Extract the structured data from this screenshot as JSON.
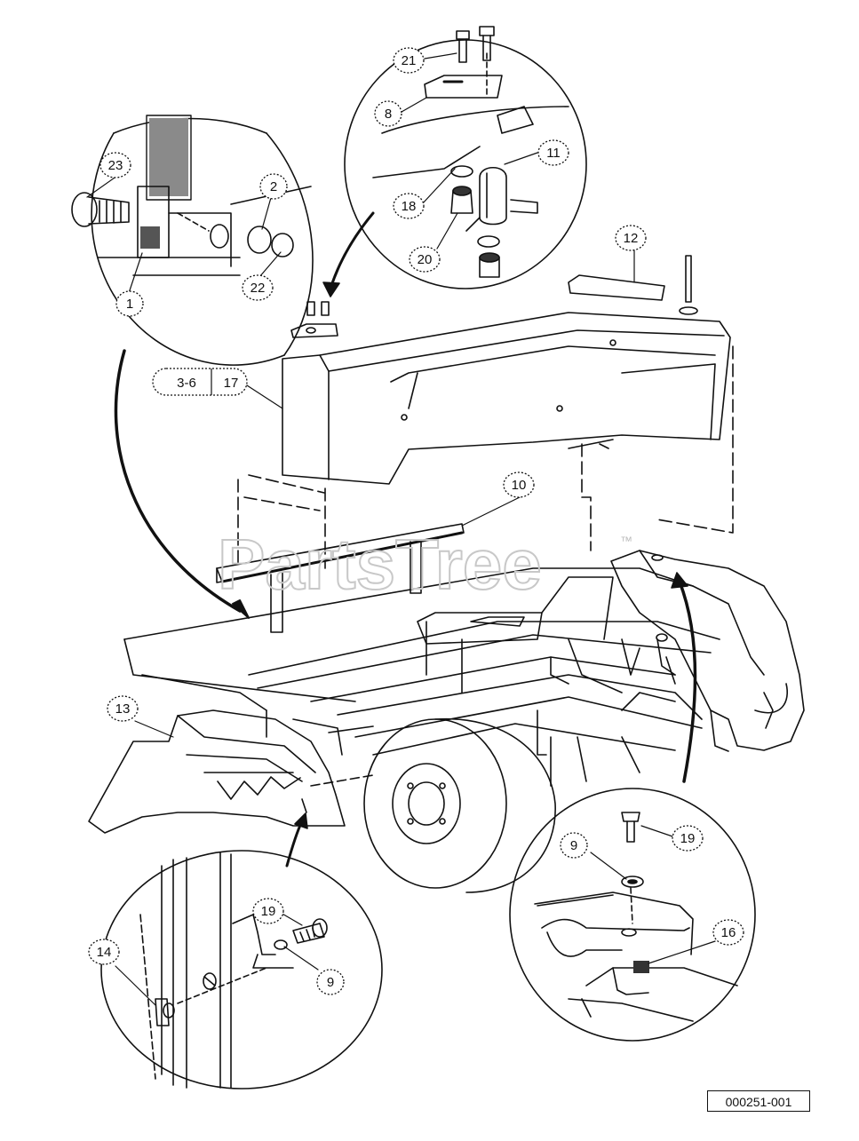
{
  "watermark": {
    "text": "PartsTree",
    "trademark": "™"
  },
  "reference_number": "000251-001",
  "callouts": [
    {
      "label": "21"
    },
    {
      "label": "8"
    },
    {
      "label": "11"
    },
    {
      "label": "18"
    },
    {
      "label": "20"
    },
    {
      "label": "23"
    },
    {
      "label": "2"
    },
    {
      "label": "22"
    },
    {
      "label": "1"
    },
    {
      "label": "12"
    },
    {
      "label": "3-6"
    },
    {
      "label": "17"
    },
    {
      "label": "10"
    },
    {
      "label": "13"
    },
    {
      "label": "19"
    },
    {
      "label": "14"
    },
    {
      "label": "9"
    },
    {
      "label": "9"
    },
    {
      "label": "19"
    },
    {
      "label": "16"
    }
  ]
}
